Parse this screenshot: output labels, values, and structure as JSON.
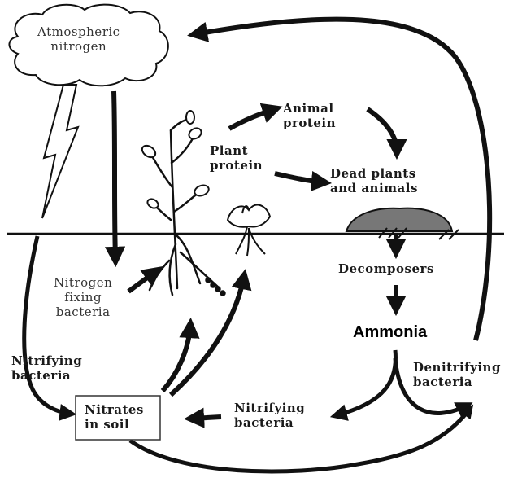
{
  "labels": {
    "atmospheric_nitrogen": "Atmospheric\nnitrogen",
    "nitrogen_fixing_bacteria": "Nitrogen\nfixing\nbacteria",
    "nitrifying_bacteria_left": "Nitrifying\nbacteria",
    "nitrates_in_soil": "Nitrates\nin soil",
    "plant_protein": "Plant\nprotein",
    "animal_protein": "Animal\nprotein",
    "dead_plants_and_animals": "Dead plants\nand animals",
    "decomposers": "Decomposers",
    "ammonia": "Ammonia",
    "denitrifying_bacteria": "Denitrifying\nbacteria",
    "nitrifying_bacteria_bottom": "Nitrifying\nbacteria"
  },
  "icons": [
    "cloud-icon",
    "lightning-icon",
    "plant-icon",
    "root-nodule-icon",
    "dead-matter-mound-icon"
  ],
  "colors": {
    "ink": "#111111",
    "background": "#ffffff"
  }
}
